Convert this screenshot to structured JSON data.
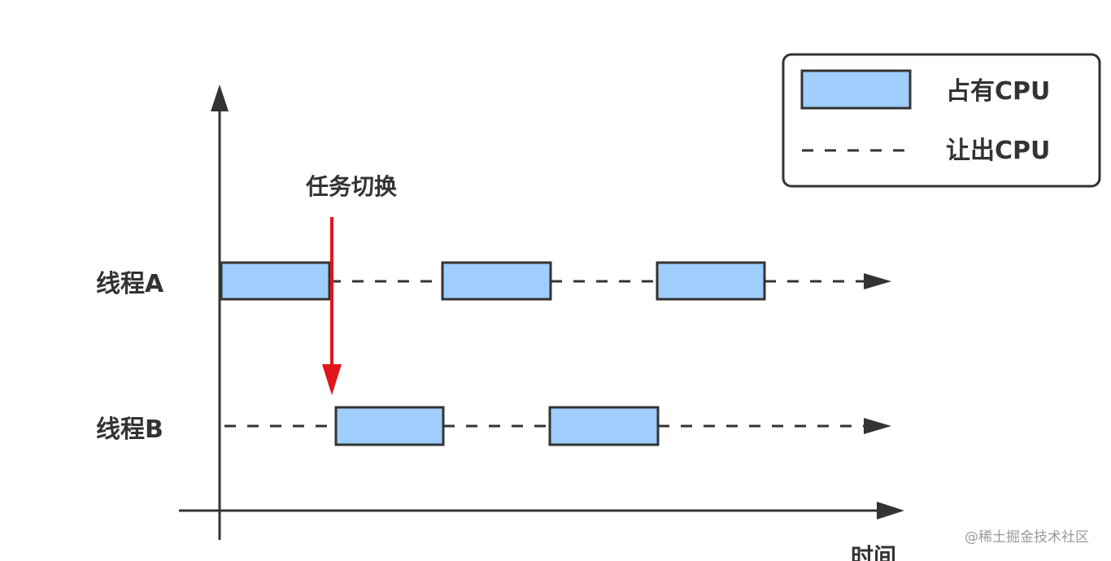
{
  "diagram": {
    "threads": [
      {
        "label": "线程A"
      },
      {
        "label": "线程B"
      }
    ],
    "switch_label": "任务切换",
    "time_axis_label": "时间",
    "legend": {
      "occupy_label": "占有CPU",
      "release_label": "让出CPU"
    },
    "watermark": "@稀土掘金技术社区"
  },
  "colors": {
    "block_fill": "#9fcdfc",
    "stroke": "#333333",
    "switch_arrow": "#e0161b"
  },
  "icons": {
    "switch_arrow": "arrow-down-icon",
    "line_end": "arrow-right-icon"
  }
}
